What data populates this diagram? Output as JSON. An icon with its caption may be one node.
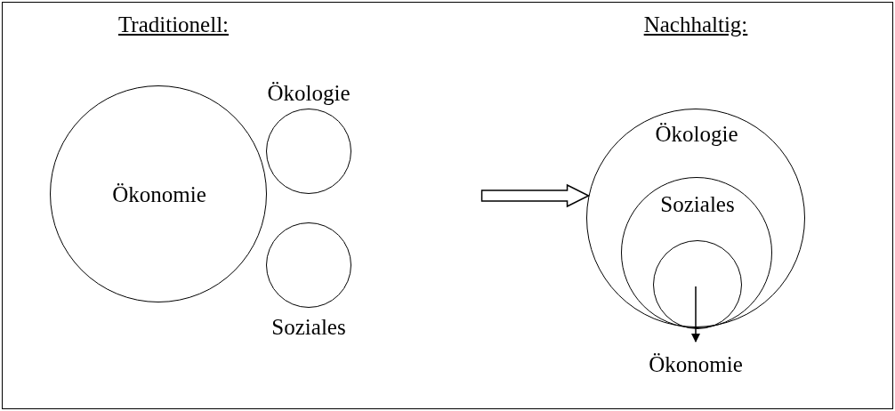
{
  "diagram": {
    "nodes": [
      {
        "text": [
          "Ökonomie"
        ]
      },
      {
        "text": [
          "Ökologie"
        ]
      },
      {
        "text": [
          "Soziales"
        ]
      },
      {
        "text": [
          "Ökologie"
        ]
      },
      {
        "text": [
          "Soziales"
        ],
        "in": 3
      },
      {
        "text": [],
        "shape": "circle",
        "in": 4
      },
      {
        "text": [
          "Ökonomie"
        ]
      }
    ],
    "edges": [
      {
        "from": null,
        "to": 3,
        "arrow": "to"
      },
      {
        "from": 5,
        "to": 6,
        "arrow": "to"
      }
    ],
    "labels": [
      "Traditionell:",
      "Nachhaltig:"
    ]
  }
}
